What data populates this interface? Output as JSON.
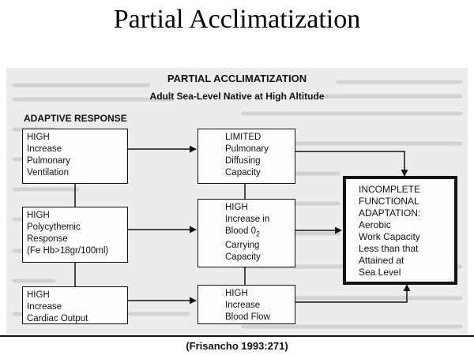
{
  "slide_title": "Partial Acclimatization",
  "figure": {
    "title": "PARTIAL ACCLIMATIZATION",
    "subtitle": "Adult Sea-Level Native at High Altitude",
    "section_heading": "ADAPTIVE RESPONSE"
  },
  "boxes": {
    "ventilation": [
      "HIGH",
      "Increase",
      "Pulmonary",
      "Ventilation"
    ],
    "polycythemic": [
      "HIGH",
      "Polycythemic",
      "Response",
      "(Fe Hb>18gr/100ml)"
    ],
    "cardiac": [
      "HIGH",
      "Increase",
      "Cardiac Output"
    ],
    "diffusing": [
      "LIMITED",
      "Pulmonary",
      "Diffusing",
      "Capacity"
    ],
    "oxygen_pre": "Increase in",
    "oxygen_line3": "Blood 0",
    "oxygen_sub": "2",
    "oxygen_high": "HIGH",
    "oxygen_post": [
      "Carrying",
      "Capacity"
    ],
    "bloodflow": [
      "HIGH",
      "Increase",
      "Blood Flow"
    ],
    "outcome": [
      "INCOMPLETE",
      "FUNCTIONAL",
      "ADAPTATION:",
      "Aerobic",
      "Work Capacity",
      "Less than that",
      "Attained at",
      "Sea Level"
    ]
  },
  "citation": "(Frisancho 1993:271)"
}
